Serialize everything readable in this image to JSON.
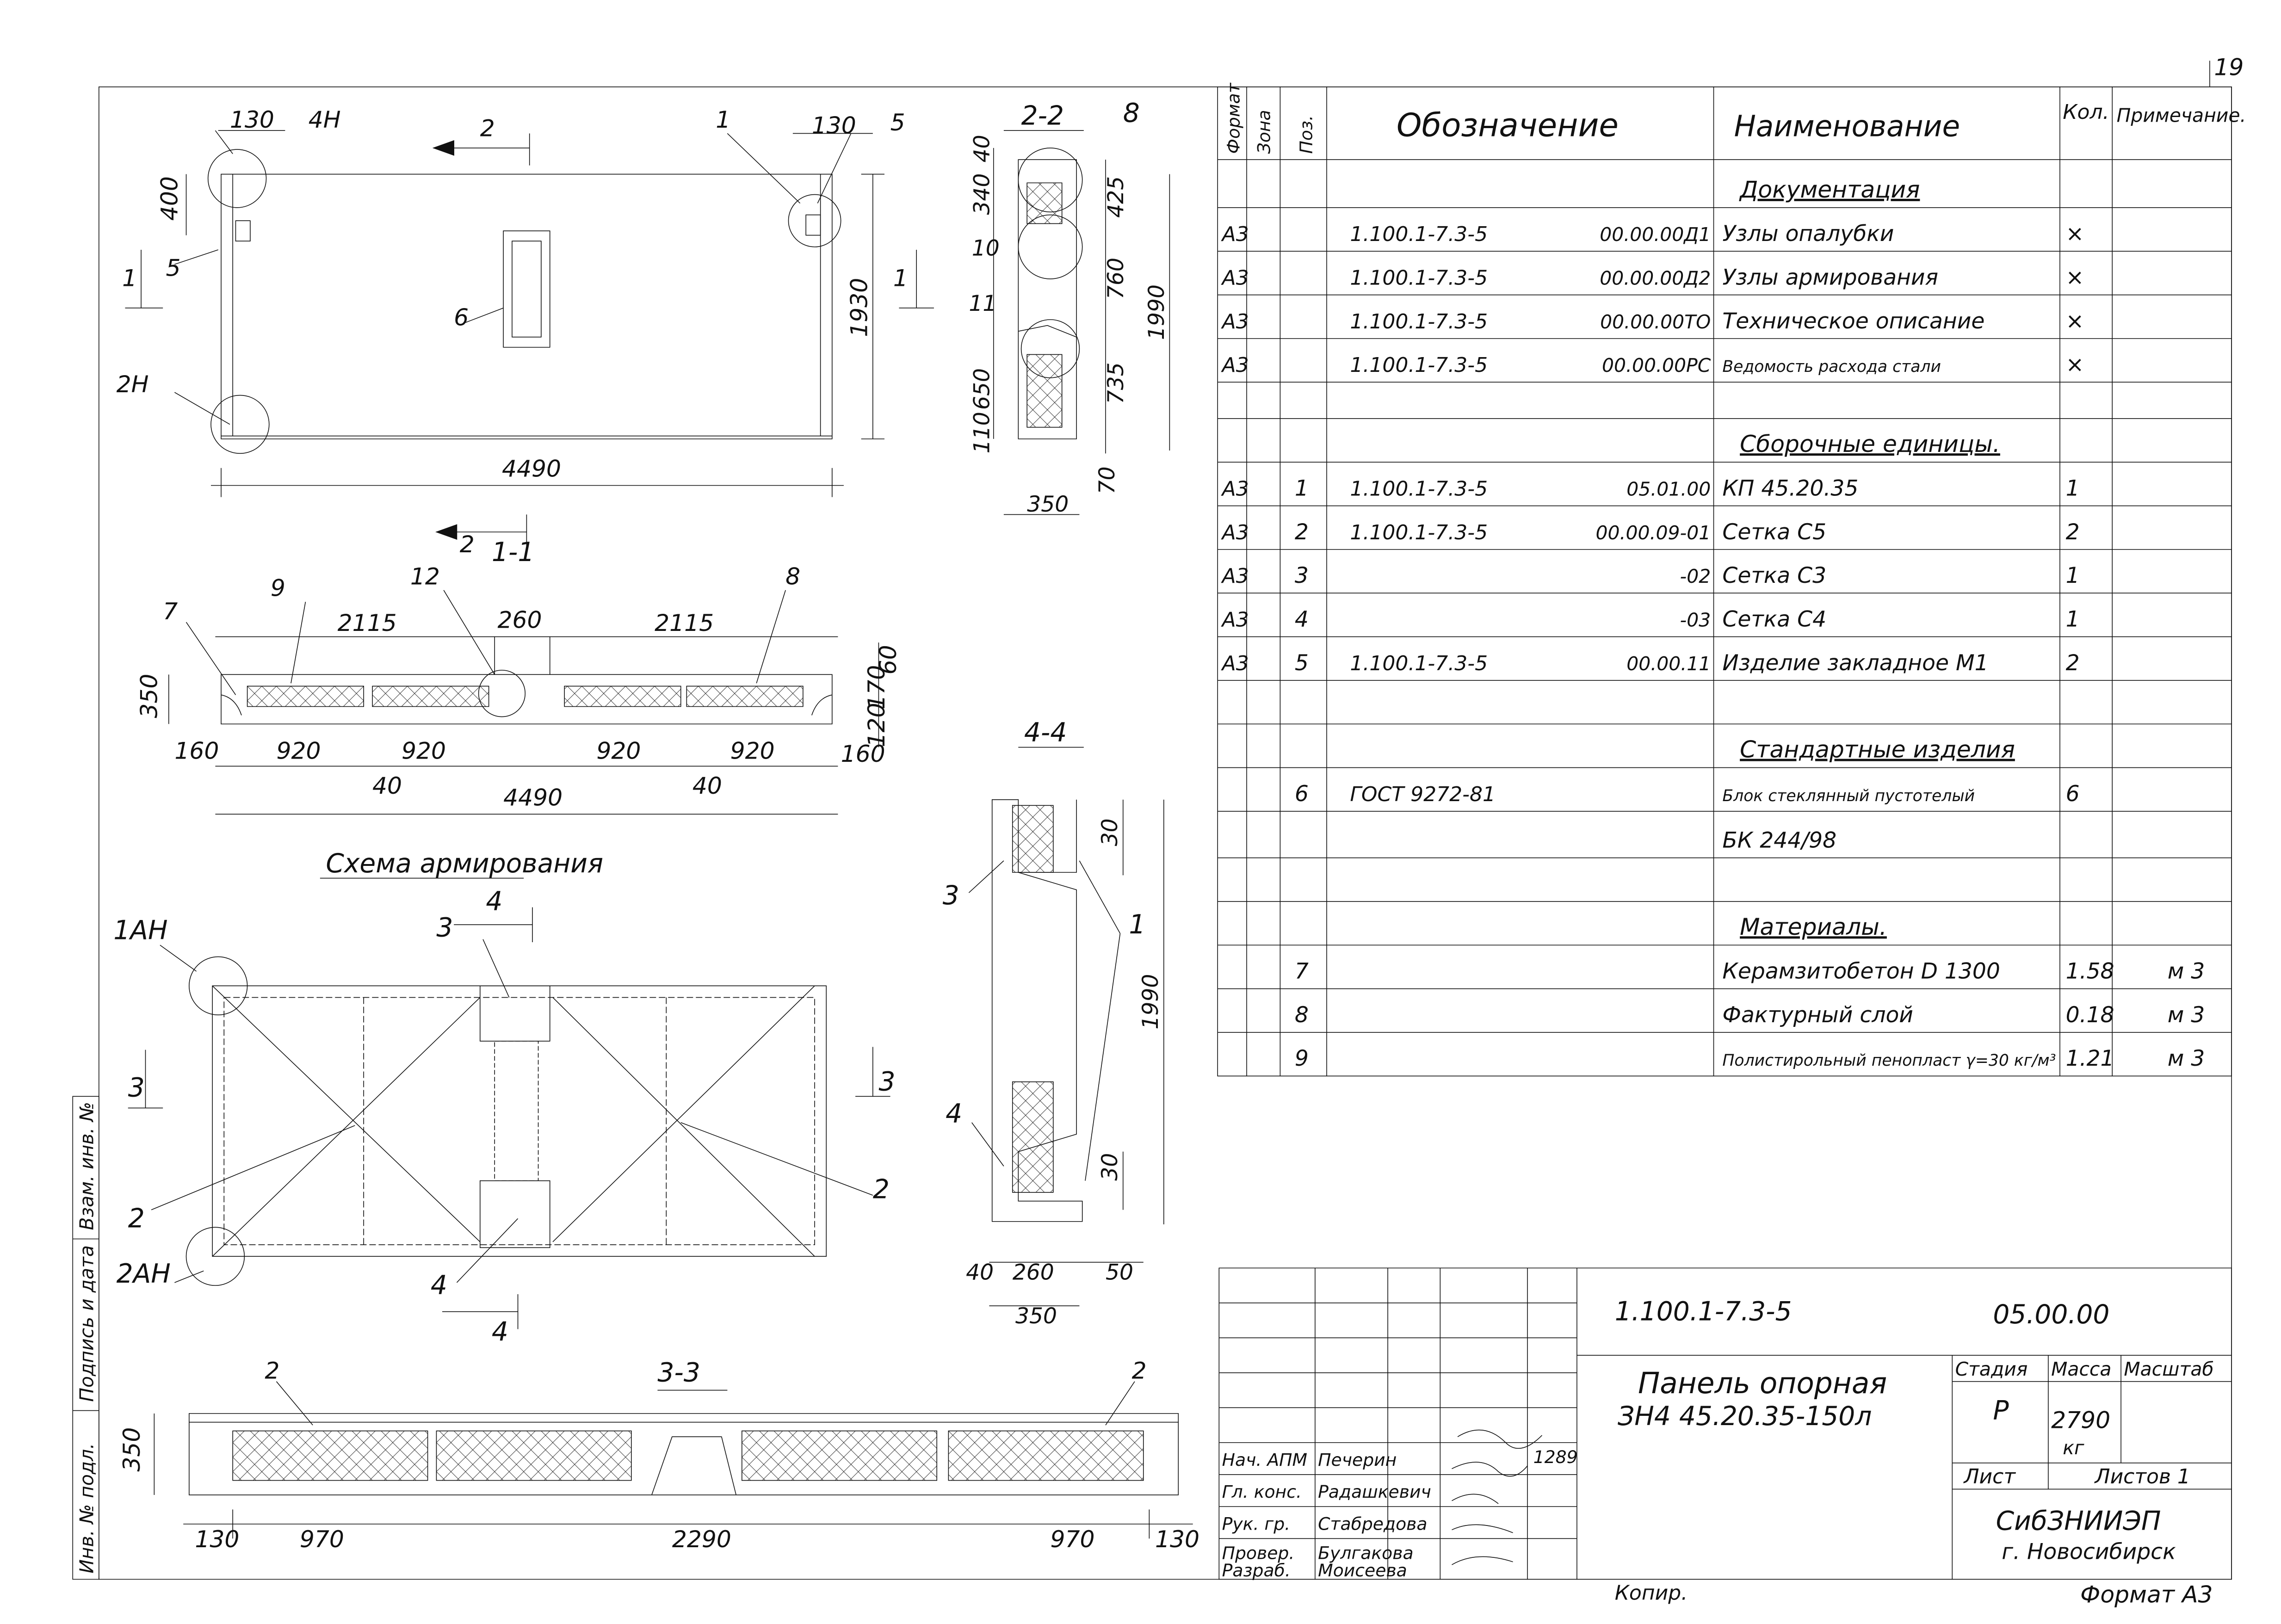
{
  "page_number": "19",
  "views": {
    "plan": {
      "marks": {
        "node_4n": "4Н",
        "node_2n": "2Н",
        "pos1": "1",
        "pos5a": "5",
        "pos5b": "5",
        "pos6": "6",
        "cut2": "2",
        "cut2b": "2",
        "cut1a": "1",
        "cut1b": "1"
      },
      "dims": {
        "d130a": "130",
        "d130b": "130",
        "d400": "400",
        "d1930": "1930",
        "d4490": "4490"
      }
    },
    "section_2_2": {
      "title": "2-2",
      "marks": {
        "pos8": "8",
        "pos10": "10",
        "pos11": "11"
      },
      "dims": {
        "d40": "40",
        "d340": "340",
        "d425": "425",
        "d760": "760",
        "d1990": "1990",
        "d735": "735",
        "d650": "650",
        "d110": "110",
        "d70": "70",
        "d350": "350"
      }
    },
    "section_1_1": {
      "title": "1-1",
      "marks": {
        "pos9": "9",
        "pos12": "12",
        "pos8": "8",
        "pos7": "7"
      },
      "dims": {
        "d2115a": "2115",
        "d260": "260",
        "d2115b": "2115",
        "d350": "350",
        "d60": "60",
        "d170": "170",
        "d120": "120",
        "d160a": "160",
        "d920a": "920",
        "d920b": "920",
        "d920c": "920",
        "d920d": "920",
        "d160b": "160",
        "d40a": "40",
        "d40b": "40",
        "d4490": "4490"
      }
    },
    "scheme": {
      "title": "Схема армирования",
      "marks": {
        "node_1an": "1АН",
        "node_2an": "2АН",
        "pos3": "3",
        "pos2a": "2",
        "pos2b": "2",
        "pos4": "4",
        "cut4a": "4",
        "cut4b": "4",
        "cut3a": "3",
        "cut3b": "3"
      }
    },
    "section_4_4": {
      "title": "4-4",
      "marks": {
        "pos3": "3",
        "pos1": "1",
        "pos4": "4"
      },
      "dims": {
        "d30a": "30",
        "d1990": "1990",
        "d30b": "30",
        "d40": "40",
        "d260": "260",
        "d50": "50",
        "d350": "350"
      }
    },
    "section_3_3": {
      "title": "3-3",
      "marks": {
        "pos2a": "2",
        "pos2b": "2"
      },
      "dims": {
        "d350": "350",
        "d130a": "130",
        "d970a": "970",
        "d2290": "2290",
        "d970b": "970",
        "d130b": "130"
      }
    }
  },
  "spec": {
    "headers": {
      "format": "Формат",
      "zone": "Зона",
      "pos": "Поз.",
      "designation": "Обозначение",
      "name": "Наименование",
      "qty": "Кол.",
      "note": "Примечание."
    },
    "rows": [
      {
        "format": "",
        "pos": "",
        "des1": "",
        "des2": "",
        "name": "Документация",
        "qty": "",
        "note": "",
        "section": true
      },
      {
        "format": "А3",
        "pos": "",
        "des1": "1.100.1-7.3-5",
        "des2": "00.00.00Д1",
        "name": "Узлы опалубки",
        "qty": "×",
        "note": ""
      },
      {
        "format": "А3",
        "pos": "",
        "des1": "1.100.1-7.3-5",
        "des2": "00.00.00Д2",
        "name": "Узлы армирования",
        "qty": "×",
        "note": ""
      },
      {
        "format": "А3",
        "pos": "",
        "des1": "1.100.1-7.3-5",
        "des2": "00.00.00ТО",
        "name": "Техническое описание",
        "qty": "×",
        "note": ""
      },
      {
        "format": "А3",
        "pos": "",
        "des1": "1.100.1-7.3-5",
        "des2": "00.00.00РС",
        "name": "Ведомость расхода стали",
        "qty": "×",
        "note": ""
      },
      {
        "format": "",
        "pos": "",
        "des1": "",
        "des2": "",
        "name": "",
        "qty": "",
        "note": ""
      },
      {
        "format": "",
        "pos": "",
        "des1": "",
        "des2": "",
        "name": "Сборочные единицы.",
        "qty": "",
        "note": "",
        "section": true
      },
      {
        "format": "А3",
        "pos": "1",
        "des1": "1.100.1-7.3-5",
        "des2": "05.01.00",
        "name": "КП 45.20.35",
        "qty": "1",
        "note": ""
      },
      {
        "format": "А3",
        "pos": "2",
        "des1": "1.100.1-7.3-5",
        "des2": "00.00.09-01",
        "name": "Сетка С5",
        "qty": "2",
        "note": ""
      },
      {
        "format": "А3",
        "pos": "3",
        "des1": "",
        "des2": "-02",
        "name": "Сетка С3",
        "qty": "1",
        "note": ""
      },
      {
        "format": "А3",
        "pos": "4",
        "des1": "",
        "des2": "-03",
        "name": "Сетка С4",
        "qty": "1",
        "note": ""
      },
      {
        "format": "А3",
        "pos": "5",
        "des1": "1.100.1-7.3-5",
        "des2": "00.00.11",
        "name": "Изделие закладное М1",
        "qty": "2",
        "note": ""
      },
      {
        "format": "",
        "pos": "",
        "des1": "",
        "des2": "",
        "name": "",
        "qty": "",
        "note": ""
      },
      {
        "format": "",
        "pos": "",
        "des1": "",
        "des2": "",
        "name": "Стандартные изделия",
        "qty": "",
        "note": "",
        "section": true
      },
      {
        "format": "",
        "pos": "6",
        "des1": "ГОСТ 9272-81",
        "des2": "",
        "name": "Блок стеклянный пустотелый",
        "qty": "6",
        "note": ""
      },
      {
        "format": "",
        "pos": "",
        "des1": "",
        "des2": "",
        "name": "БК 244/98",
        "qty": "",
        "note": ""
      },
      {
        "format": "",
        "pos": "",
        "des1": "",
        "des2": "",
        "name": "",
        "qty": "",
        "note": ""
      },
      {
        "format": "",
        "pos": "",
        "des1": "",
        "des2": "",
        "name": "Материалы.",
        "qty": "",
        "note": "",
        "section": true
      },
      {
        "format": "",
        "pos": "7",
        "des1": "",
        "des2": "",
        "name": "Керамзитобетон D 1300",
        "qty": "1.58",
        "note": "м 3"
      },
      {
        "format": "",
        "pos": "8",
        "des1": "",
        "des2": "",
        "name": "Фактурный слой",
        "qty": "0.18",
        "note": "м 3"
      },
      {
        "format": "",
        "pos": "9",
        "des1": "",
        "des2": "",
        "name": "Полистирольный пенопласт γ=30 кг/м³",
        "qty": "1.21",
        "note": "м 3"
      }
    ]
  },
  "title_block": {
    "code": "1.100.1-7.3-5",
    "sheet_code": "05.00.00",
    "title_line1": "Панель опорная",
    "title_line2": "ЗН4 45.20.35-150л",
    "stage_label": "Стадия",
    "mass_label": "Масса",
    "scale_label": "Масштаб",
    "stage": "Р",
    "mass": "2790",
    "mass_unit": "кг",
    "sheet_label": "Лист",
    "sheets_label": "Листов 1",
    "org1": "СибЗНИИЭП",
    "org2": "г. Новосибирск",
    "date": "1289",
    "roles": [
      {
        "role": "Нач. АПМ",
        "name": "Печерин"
      },
      {
        "role": "Гл. конс.",
        "name": "Радашкевич"
      },
      {
        "role": "Рук. гр.",
        "name": "Стабредова"
      },
      {
        "role": "Провер.",
        "name": "Булгакова"
      },
      {
        "role": "Разраб.",
        "name": "Моисеева"
      }
    ]
  },
  "side_stamp": {
    "f1": "Инв. № подл.",
    "f2": "Подпись и дата",
    "f3": "Взам. инв. №"
  },
  "footer": {
    "copied": "Копир.",
    "format": "Формат А3"
  }
}
